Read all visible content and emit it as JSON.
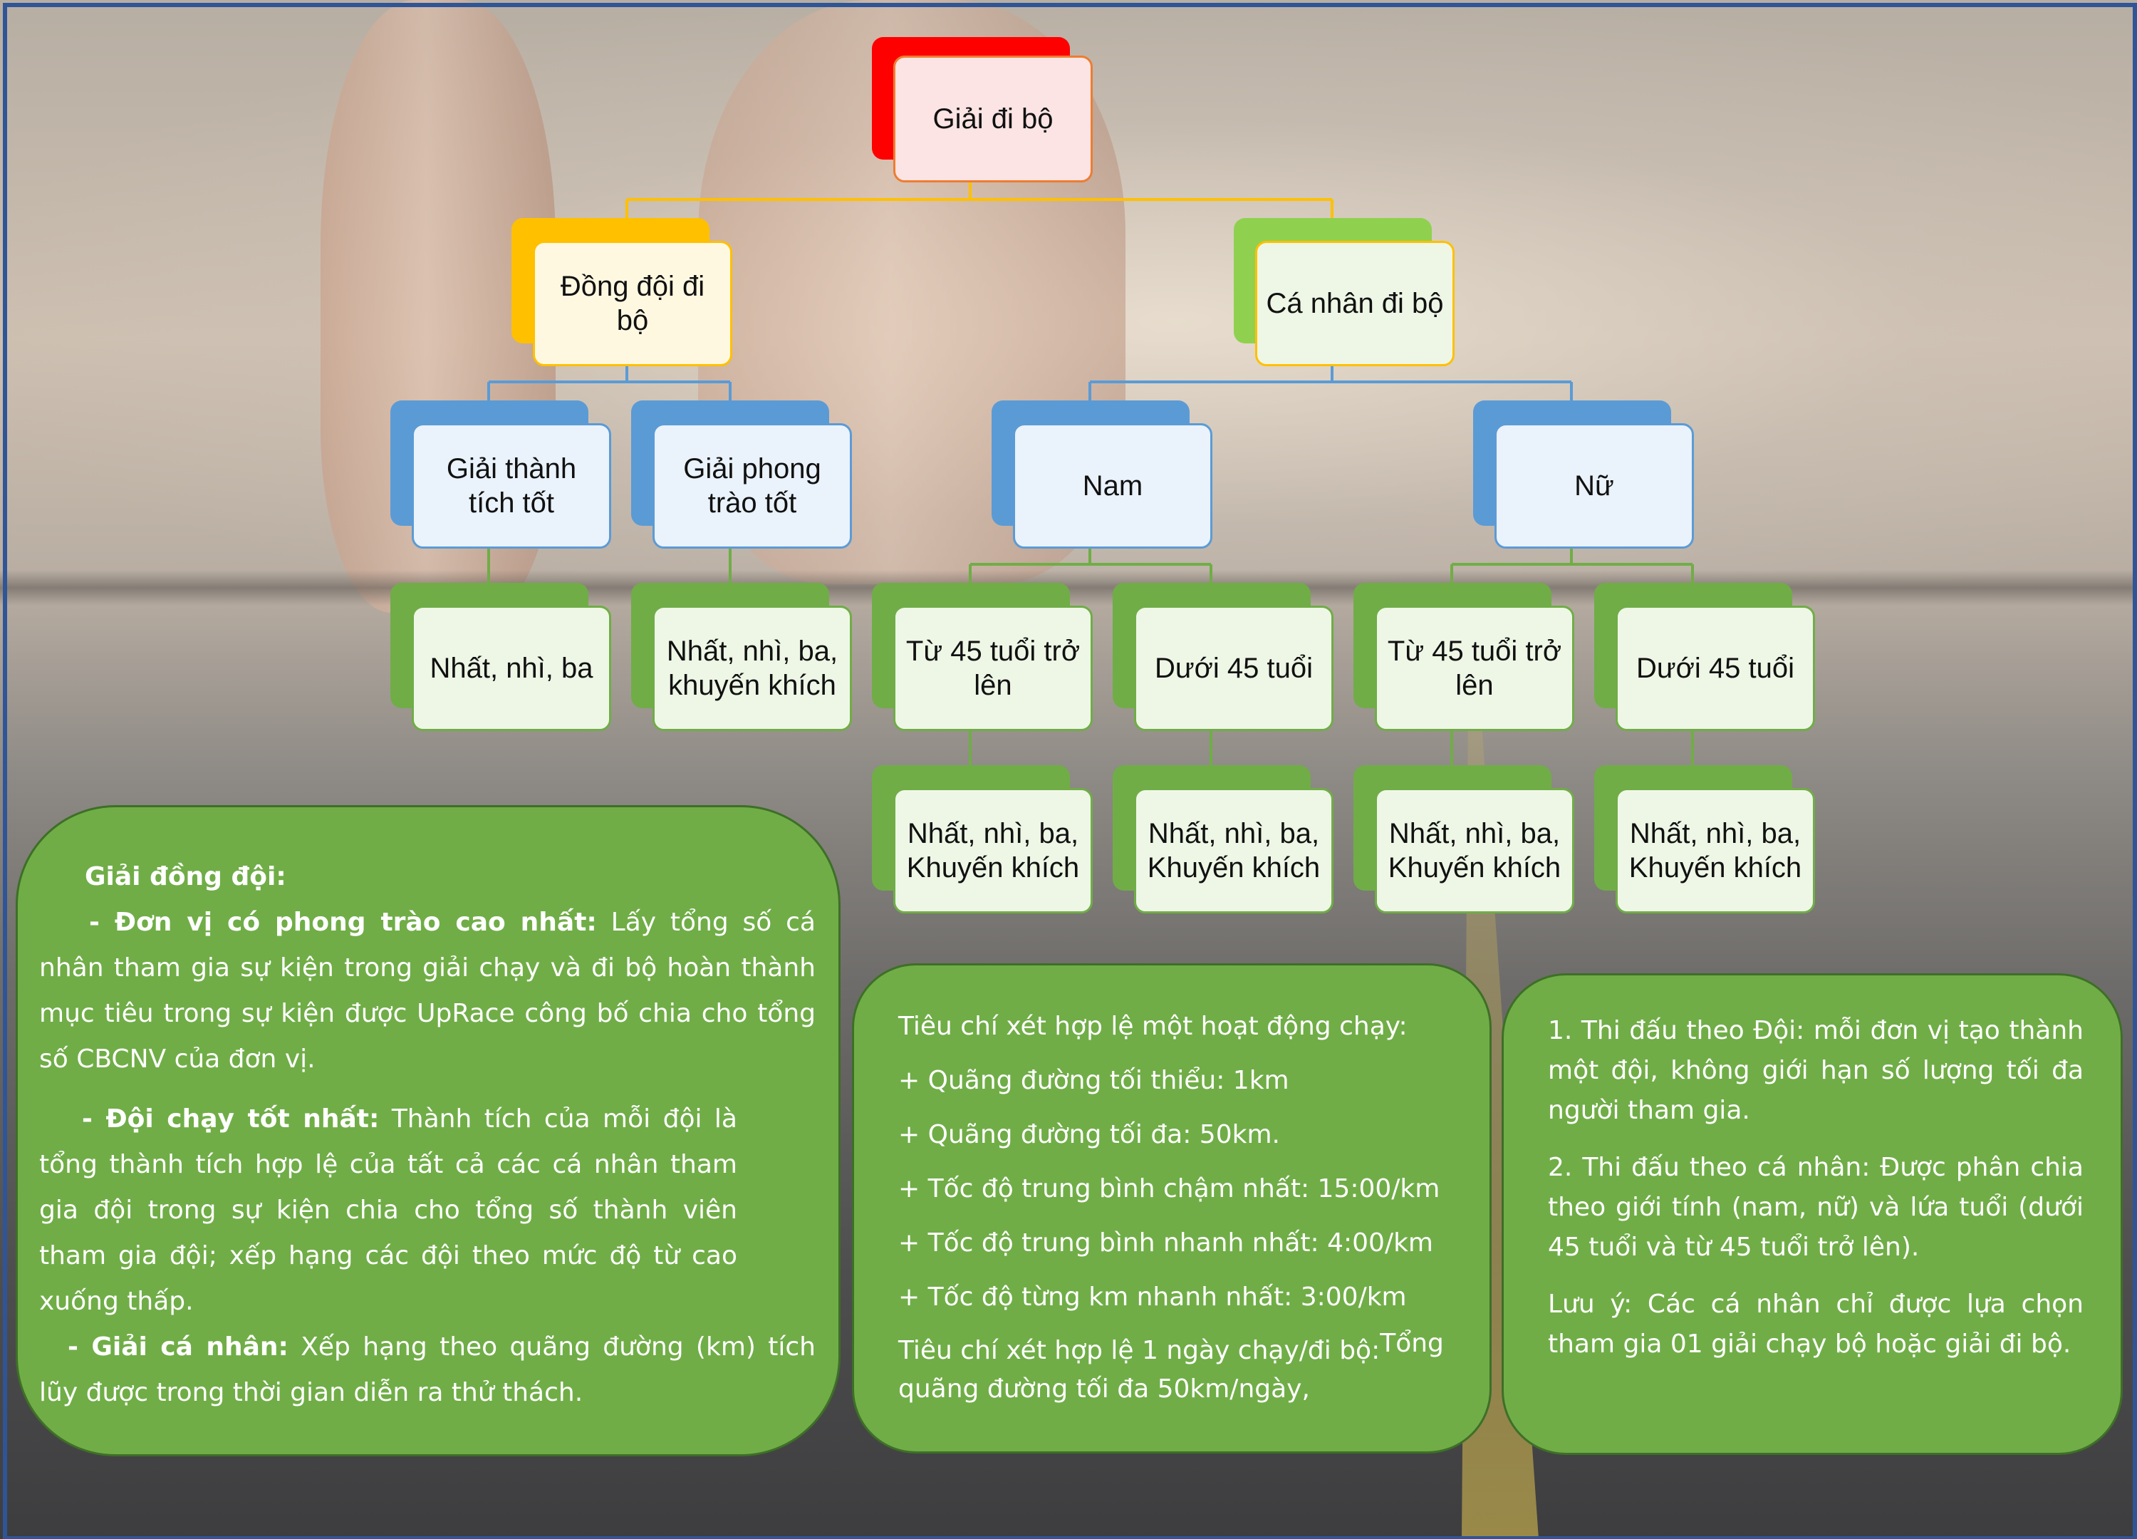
{
  "tree": {
    "root": "Giải đi bộ",
    "branches": [
      {
        "label": "Đồng đội đi bộ",
        "children": [
          {
            "label": "Giải thành tích tốt",
            "prize": "Nhất, nhì, ba"
          },
          {
            "label": "Giải phong trào tốt",
            "prize": "Nhất, nhì, ba, khuyến khích"
          }
        ]
      },
      {
        "label": "Cá nhân đi bộ",
        "children": [
          {
            "label": "Nam",
            "groups": [
              {
                "label": "Từ 45 tuổi trở lên",
                "prize": "Nhất, nhì, ba, Khuyến khích"
              },
              {
                "label": "Dưới 45 tuổi",
                "prize": "Nhất, nhì, ba, Khuyến khích"
              }
            ]
          },
          {
            "label": "Nữ",
            "groups": [
              {
                "label": "Từ 45 tuổi trở lên",
                "prize": "Nhất, nhì, ba, Khuyến khích"
              },
              {
                "label": "Dưới 45 tuổi",
                "prize": "Nhất, nhì, ba, Khuyến khích"
              }
            ]
          }
        ]
      }
    ]
  },
  "panel_left": {
    "heading": "Giải đồng đội:",
    "item1_label": "- Đơn vị có phong trào cao nhất:",
    "item1_text": "Lấy tổng số cá nhân tham gia sự kiện trong giải chạy và đi bộ hoàn thành mục tiêu trong sự kiện được UpRace công bố chia cho tổng số CBCNV của đơn vị.",
    "item2_label": "- Đội chạy tốt nhất:",
    "item2_text": "Thành tích của mỗi đội là tổng thành tích hợp lệ của tất cả các cá nhân tham gia đội trong sự kiện chia cho tổng số thành viên tham gia đội; xếp hạng các đội theo mức độ từ cao xuống thấp.",
    "item3_label": "- Giải cá nhân:",
    "item3_text": "Xếp hạng theo quãng đường (km) tích lũy được trong thời gian diễn ra thử thách."
  },
  "panel_middle": {
    "heading": "Tiêu chí xét hợp lệ một hoạt động chạy:",
    "criteria": [
      "+ Quãng đường tối thiểu: 1km",
      "+ Quãng đường tối đa: 50km.",
      "+ Tốc độ trung bình chậm nhất: 15:00/km",
      "+ Tốc độ trung bình nhanh nhất: 4:00/km",
      "+ Tốc độ từng km nhanh nhất: 3:00/km"
    ],
    "footer": "Tiêu chí xét hợp lệ 1 ngày chạy/đi bộ:",
    "footer_tail": "Tổng",
    "footer_line2": "quãng đường tối đa 50km/ngày,"
  },
  "panel_right": {
    "para1": "1. Thi đấu theo Đội: mỗi đơn vị tạo thành một đội, không giới hạn số lượng tối đa người tham gia.",
    "para2": "2. Thi đấu theo cá nhân: Được phân chia theo giới tính (nam, nữ) và lứa tuổi (dưới 45 tuổi và từ 45 tuổi trở lên).",
    "para3": "Lưu ý: Các cá nhân chỉ được lựa chọn tham gia 01 giải chạy bộ hoặc giải đi bộ."
  },
  "colors": {
    "red": "#ff0000",
    "gold": "#ffc000",
    "blue": "#5b9bd5",
    "green": "#70ad47",
    "frame": "#2f5597"
  }
}
